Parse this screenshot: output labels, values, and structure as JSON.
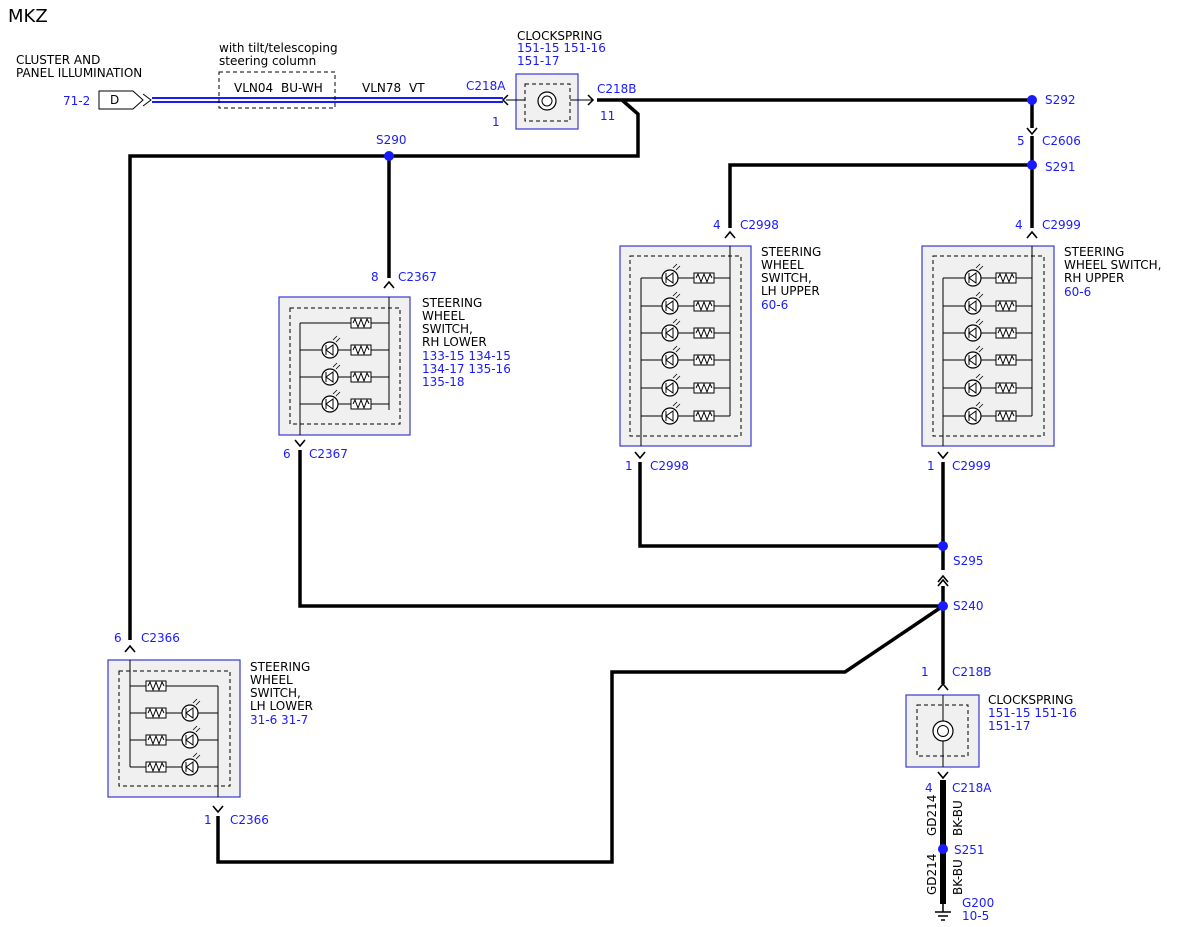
{
  "title": "MKZ",
  "colors": {
    "wire": "#000000",
    "blue_text": "#1a1aff",
    "component_box": "#3a3acf",
    "component_fill": "#f0f0f0"
  },
  "source": {
    "label_line1": "CLUSTER AND",
    "label_line2": "PANEL ILLUMINATION",
    "ref": "71-2",
    "pin": "D"
  },
  "option_box": {
    "line1": "with tilt/telescoping",
    "line2": "steering column",
    "circuit": "VLN04",
    "color": "BU-WH"
  },
  "wire_main": {
    "circuit": "VLN78",
    "color": "VT"
  },
  "clockspring_top": {
    "label": "CLOCKSPRING",
    "refs_line1": "151-15  151-16",
    "refs_line2": "151-17",
    "conn_left": "C218A",
    "pin_left": "1",
    "conn_right": "C218B",
    "pin_right": "11"
  },
  "splices": {
    "s292": "S292",
    "s291": "S291",
    "s290": "S290",
    "s295": "S295",
    "s240": "S240",
    "s251": "S251"
  },
  "c2606": {
    "pin": "5",
    "conn": "C2606"
  },
  "rh_lower": {
    "name_line1": "STEERING",
    "name_line2": "WHEEL",
    "name_line3": "SWITCH,",
    "name_line4": "RH LOWER",
    "refs_line1": "133-15  134-15",
    "refs_line2": "134-17  135-16",
    "refs_line3": "135-18",
    "top_pin": "8",
    "top_conn": "C2367",
    "bot_pin": "6",
    "bot_conn": "C2367"
  },
  "lh_upper": {
    "name_line1": "STEERING",
    "name_line2": "WHEEL",
    "name_line3": "SWITCH,",
    "name_line4": "LH UPPER",
    "refs_line1": "60-6",
    "top_pin": "4",
    "top_conn": "C2998",
    "bot_pin": "1",
    "bot_conn": "C2998"
  },
  "rh_upper": {
    "name_line1": "STEERING",
    "name_line2": "WHEEL SWITCH,",
    "name_line3": "RH UPPER",
    "refs_line1": "60-6",
    "top_pin": "4",
    "top_conn": "C2999",
    "bot_pin": "1",
    "bot_conn": "C2999"
  },
  "lh_lower": {
    "name_line1": "STEERING",
    "name_line2": "WHEEL",
    "name_line3": "SWITCH,",
    "name_line4": "LH LOWER",
    "refs_line1": "31-6   31-7",
    "top_pin": "6",
    "top_conn": "C2366",
    "bot_pin": "1",
    "bot_conn": "C2366"
  },
  "clockspring_bottom": {
    "label": "CLOCKSPRING",
    "refs_line1": "151-15  151-16",
    "refs_line2": "151-17",
    "top_pin": "1",
    "top_conn": "C218B",
    "bot_pin": "4",
    "bot_conn": "C218A"
  },
  "ground_wire": {
    "circuit": "GD214",
    "color": "BK-BU"
  },
  "ground": {
    "name": "G200",
    "ref": "10-5"
  }
}
